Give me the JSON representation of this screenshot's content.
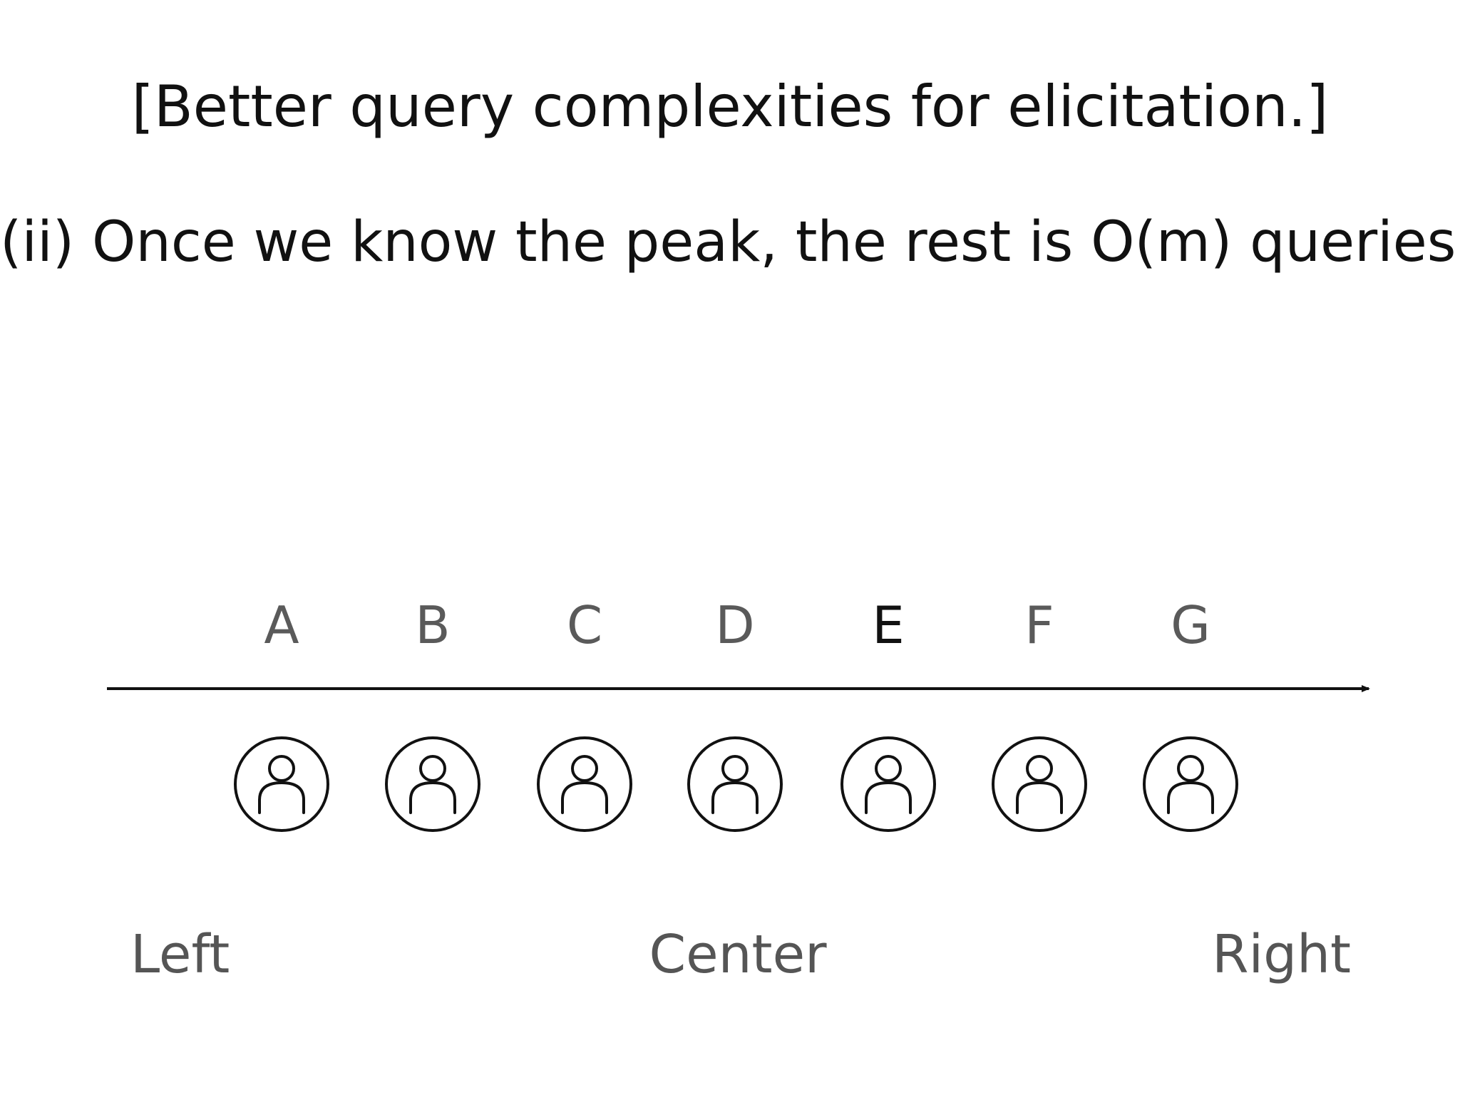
{
  "title": "[Better query complexities for elicitation.]",
  "subtitle": "(ii) Once we know the peak, the rest is O(m) queries.",
  "axis": {
    "candidates": [
      {
        "label": "A",
        "emphasized": false
      },
      {
        "label": "B",
        "emphasized": false
      },
      {
        "label": "C",
        "emphasized": false
      },
      {
        "label": "D",
        "emphasized": false
      },
      {
        "label": "E",
        "emphasized": true
      },
      {
        "label": "F",
        "emphasized": false
      },
      {
        "label": "G",
        "emphasized": false
      }
    ],
    "regions": {
      "left": "Left",
      "center": "Center",
      "right": "Right"
    },
    "voter_icon": "person-circle-icon",
    "voter_count": 7
  },
  "colors": {
    "text": "#111111",
    "muted": "#555555",
    "line": "#111111"
  }
}
